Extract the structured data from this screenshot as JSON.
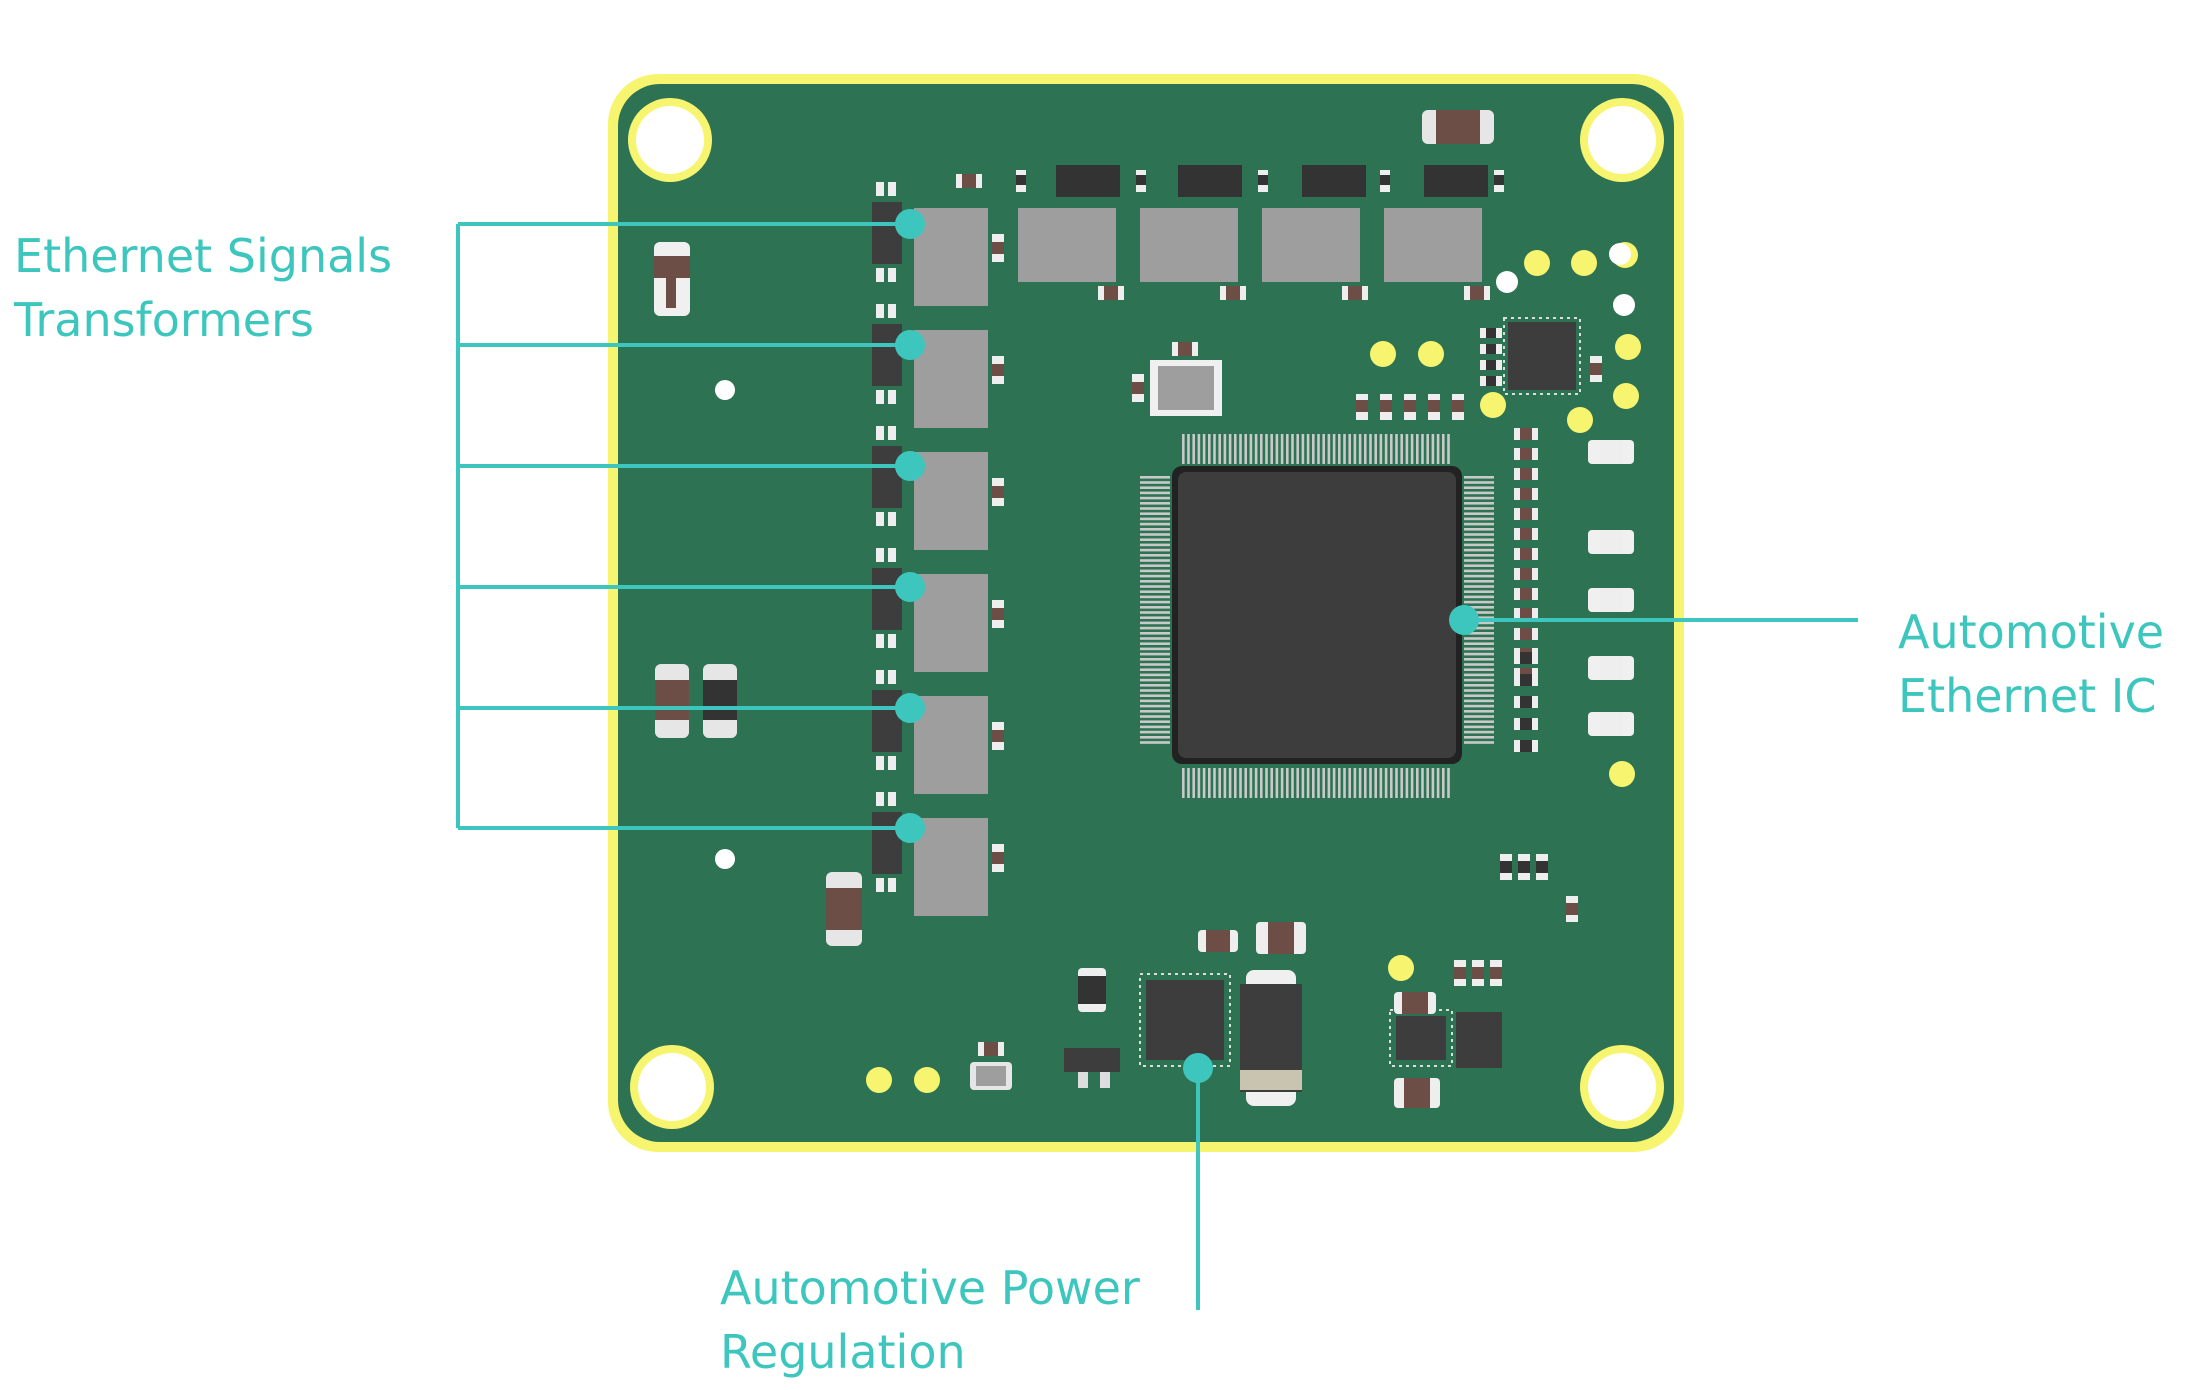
{
  "colors": {
    "board": "#2d7353",
    "board_outline": "#f7f56f",
    "callout": "#3cc6be",
    "chip": "#3d3d3d",
    "transformer": "#9e9e9e",
    "pad_yellow": "#f7f56f",
    "hole_white": "#ffffff",
    "resistor_body": "#6d4e46"
  },
  "labels": {
    "transformers": {
      "line1": "Ethernet Signals",
      "line2": "Transformers"
    },
    "ethernet_ic": {
      "line1": "Automotive",
      "line2": "Ethernet IC"
    },
    "power": {
      "line1": "Automotive Power",
      "line2": "Regulation"
    }
  },
  "icons": [
    "mounting-hole-icon",
    "qfp-chip-icon",
    "transformer-icon",
    "capacitor-icon",
    "resistor-icon",
    "diode-icon"
  ]
}
